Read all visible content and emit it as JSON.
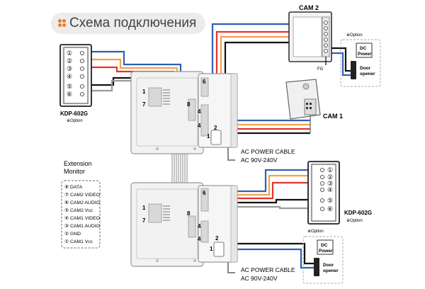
{
  "title": "Схема подключения",
  "colors": {
    "red": "#e8322d",
    "blue": "#2f5fb7",
    "orange": "#f4a04a",
    "black": "#111111",
    "gray": "#9a9a9a",
    "accent": "#f07b23"
  },
  "cam2": {
    "label": "CAM 2",
    "option": "※Option",
    "fg": "FG"
  },
  "cam1": {
    "label": "CAM 1"
  },
  "dc_power_top": {
    "line1": "DC",
    "line2": "Power"
  },
  "door_opener_top": {
    "line1": "Door",
    "line2": "opener"
  },
  "dc_power_bottom": {
    "line1": "DC",
    "line2": "Power"
  },
  "door_opener_bottom": {
    "line1": "Door",
    "line2": "opener"
  },
  "kdp_left": {
    "label": "KDP-602G",
    "option": "※Option",
    "terminals": [
      "①",
      "②",
      "③",
      "④",
      "⑤",
      "⑥"
    ]
  },
  "kdp_right": {
    "label": "KDP-602G",
    "option": "※Option",
    "terminals": [
      "①",
      "②",
      "③",
      "④",
      "⑤",
      "⑥"
    ]
  },
  "monitor_top": {
    "ac_line1": "AC POWER CABLE",
    "ac_line2": "AC 90V-240V",
    "n1": "1",
    "n6": "6",
    "n7": "7",
    "n8": "8",
    "n4a": "4",
    "n4b": "4",
    "n2": "2",
    "n1b": "1"
  },
  "monitor_bottom": {
    "ac_line1": "AC POWER CABLE",
    "ac_line2": "AC 90V-240V",
    "n1": "1",
    "n6": "6",
    "n7": "7",
    "n8": "8",
    "n4a": "4",
    "n4b": "4",
    "n2": "2",
    "n1b": "1"
  },
  "extension": {
    "title_line1": "Extension",
    "title_line2": "Monitor",
    "items": [
      "⑧ DATA",
      "⑦ CAM2 VIDEO",
      "⑥ CAM2 AUDIO",
      "⑤ CAM2 Vcc",
      "④ CAM1 VIDEO",
      "③ CAM1 AUDIO",
      "② GND",
      "① CAM1 Vcc"
    ]
  }
}
